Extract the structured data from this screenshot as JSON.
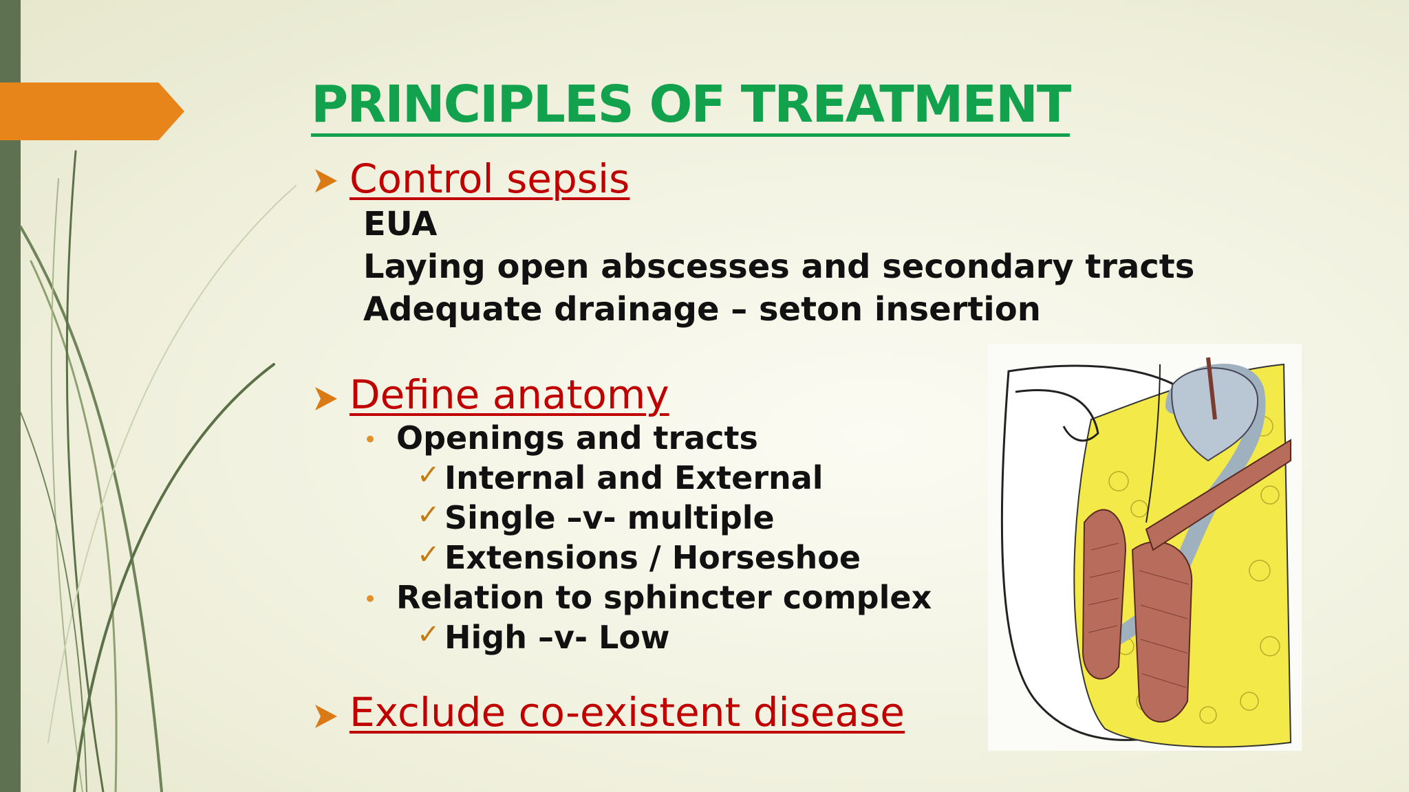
{
  "slide": {
    "title": "PRINCIPLES OF TREATMENT",
    "sections": [
      {
        "heading": "Control sepsis",
        "lines": [
          "EUA",
          "Laying open abscesses and secondary tracts",
          "Adequate drainage – seton insertion"
        ]
      },
      {
        "heading": "Define anatomy",
        "bullets": [
          {
            "text": "Openings and tracts",
            "checks": [
              "Internal and External",
              "Single –v- multiple",
              "Extensions / Horseshoe"
            ]
          },
          {
            "text": "Relation to sphincter complex",
            "checks": [
              "High –v- Low"
            ]
          }
        ]
      },
      {
        "heading": "Exclude co-existent disease"
      }
    ],
    "colors": {
      "title": "#12a14c",
      "heading": "#c00000",
      "marker": "#d97a14",
      "sidebar": "#5e7150",
      "arrow_tab": "#e8851a"
    },
    "icons": [
      "arrow-bullet-icon",
      "dot-bullet-icon",
      "checkmark-icon"
    ]
  }
}
